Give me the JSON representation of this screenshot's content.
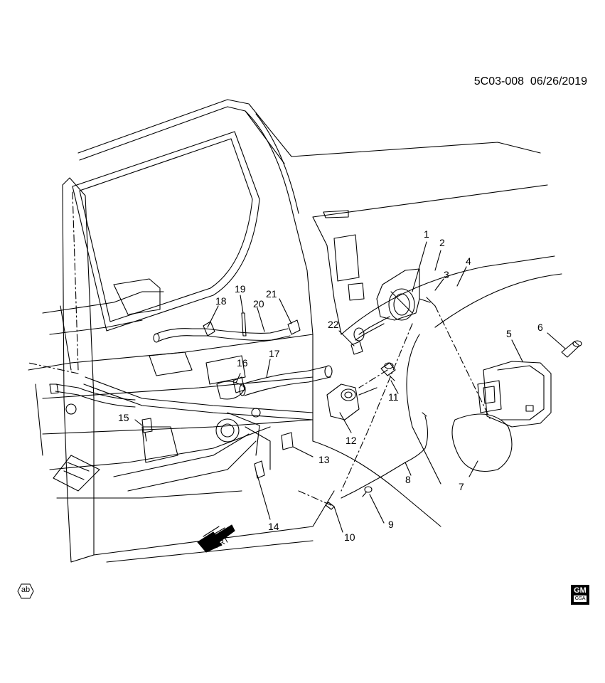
{
  "header": {
    "ref_code": "5C03-008",
    "date": "06/26/2019"
  },
  "callouts": [
    {
      "id": "1",
      "label": "1"
    },
    {
      "id": "2",
      "label": "2"
    },
    {
      "id": "3",
      "label": "3"
    },
    {
      "id": "4",
      "label": "4"
    },
    {
      "id": "5",
      "label": "5"
    },
    {
      "id": "6",
      "label": "6"
    },
    {
      "id": "7",
      "label": "7"
    },
    {
      "id": "8",
      "label": "8"
    },
    {
      "id": "9",
      "label": "9"
    },
    {
      "id": "10",
      "label": "10"
    },
    {
      "id": "11",
      "label": "11"
    },
    {
      "id": "12",
      "label": "12"
    },
    {
      "id": "13",
      "label": "13"
    },
    {
      "id": "14",
      "label": "14"
    },
    {
      "id": "15",
      "label": "15"
    },
    {
      "id": "16",
      "label": "16"
    },
    {
      "id": "17",
      "label": "17"
    },
    {
      "id": "18",
      "label": "18"
    },
    {
      "id": "19",
      "label": "19"
    },
    {
      "id": "20",
      "label": "20"
    },
    {
      "id": "21",
      "label": "21"
    },
    {
      "id": "22",
      "label": "22"
    }
  ],
  "direction_arrow": {
    "label": "FRT"
  },
  "badges": {
    "ab": "ab",
    "gm_logo_top": "GM",
    "gm_logo_bottom": "GSA"
  }
}
